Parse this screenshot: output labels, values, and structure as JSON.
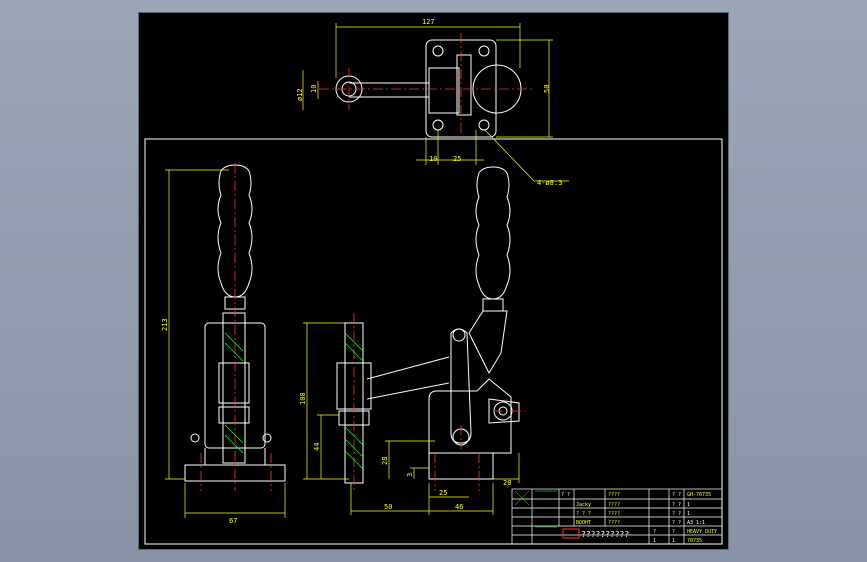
{
  "colors": {
    "background": "#000000",
    "outline": "#ffffff",
    "dimension": "#ffff00",
    "centerline": "#ff3333",
    "hatch": "#33ff33",
    "stamp": "#ff3333"
  },
  "top_view": {
    "dim_width": "127",
    "dim_rod_dia": "ø12",
    "dim_rod": "10",
    "dim_height": "50",
    "dim_10": "10",
    "dim_25": "25",
    "hole_callout": "4-ø8.3"
  },
  "side_view": {
    "dim_height": "213",
    "dim_base": "67"
  },
  "front_view": {
    "dim_100": "100",
    "dim_44": "44",
    "dim_28": "28",
    "dim_3": "3",
    "dim_25": "25",
    "dim_50": "50",
    "dim_46": "46",
    "dim_20": "20"
  },
  "title_block": {
    "row1_a": "? ?",
    "row1_b": "????",
    "row1_c": "? ?",
    "row1_d": "GH-70735",
    "row2_a": "Jacky",
    "row2_b": "????",
    "row2_c": "? ?",
    "row2_d": "1",
    "row3_a": "? ? ?",
    "row3_b": "????",
    "row3_c": "? ?",
    "row3_d": "1",
    "row4_a": "BOOHT",
    "row4_b": "????",
    "row4_c": "? ?",
    "row4_d": "A3  1:1",
    "part_name": "HEAVY DUTY",
    "part_code": "70735",
    "company": "??????????",
    "sheet_a": "?",
    "sheet_b": "1",
    "sheet_c": "?",
    "sheet_d": "1"
  }
}
